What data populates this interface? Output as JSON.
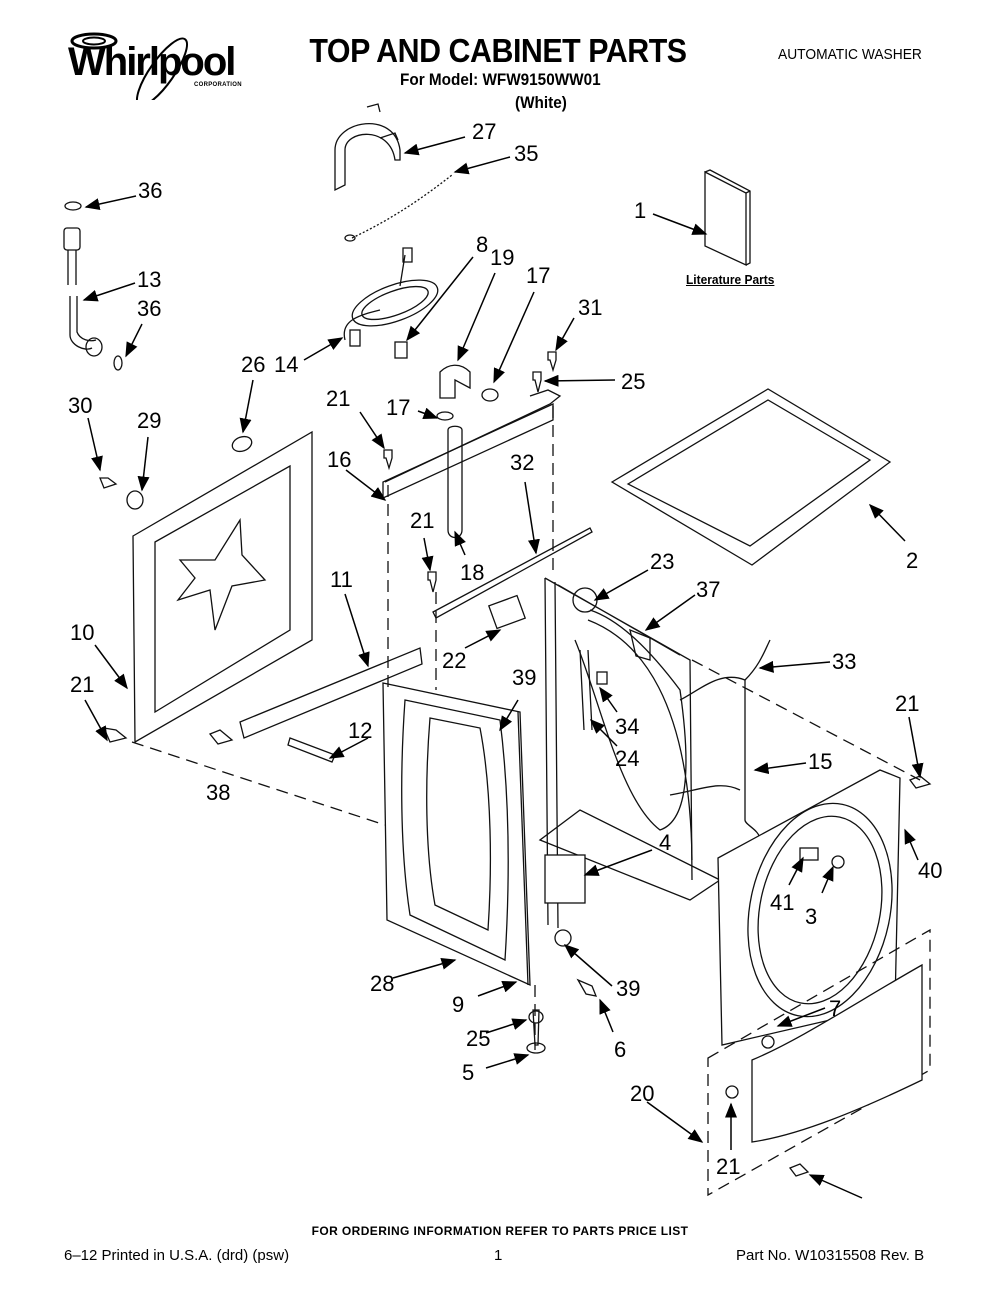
{
  "header": {
    "brand": "Whirlpool",
    "brand_sub": "CORPORATION",
    "title": "TOP AND CABINET PARTS",
    "model_line": "For Model: WFW9150WW01",
    "color_line": "(White)",
    "doc_type": "AUTOMATIC WASHER"
  },
  "diagram": {
    "literature_label": "Literature Parts",
    "callouts": [
      {
        "id": "c27",
        "text": "27"
      },
      {
        "id": "c35",
        "text": "35"
      },
      {
        "id": "c36a",
        "text": "36"
      },
      {
        "id": "c1",
        "text": "1"
      },
      {
        "id": "c8",
        "text": "8"
      },
      {
        "id": "c19",
        "text": "19"
      },
      {
        "id": "c17a",
        "text": "17"
      },
      {
        "id": "c13",
        "text": "13"
      },
      {
        "id": "c36b",
        "text": "36"
      },
      {
        "id": "c31",
        "text": "31"
      },
      {
        "id": "c26",
        "text": "26"
      },
      {
        "id": "c14",
        "text": "14"
      },
      {
        "id": "c25a",
        "text": "25"
      },
      {
        "id": "c30",
        "text": "30"
      },
      {
        "id": "c29",
        "text": "29"
      },
      {
        "id": "c21a",
        "text": "21"
      },
      {
        "id": "c17b",
        "text": "17"
      },
      {
        "id": "c16",
        "text": "16"
      },
      {
        "id": "c32",
        "text": "32"
      },
      {
        "id": "c21b",
        "text": "21"
      },
      {
        "id": "c2",
        "text": "2"
      },
      {
        "id": "c18",
        "text": "18"
      },
      {
        "id": "c23",
        "text": "23"
      },
      {
        "id": "c11",
        "text": "11"
      },
      {
        "id": "c37",
        "text": "37"
      },
      {
        "id": "c10",
        "text": "10"
      },
      {
        "id": "c22",
        "text": "22"
      },
      {
        "id": "c33",
        "text": "33"
      },
      {
        "id": "c39a",
        "text": "39"
      },
      {
        "id": "c21c",
        "text": "21"
      },
      {
        "id": "c12",
        "text": "12"
      },
      {
        "id": "c34",
        "text": "34"
      },
      {
        "id": "c21d",
        "text": "21"
      },
      {
        "id": "c24",
        "text": "24"
      },
      {
        "id": "c38",
        "text": "38"
      },
      {
        "id": "c15",
        "text": "15"
      },
      {
        "id": "c4",
        "text": "4"
      },
      {
        "id": "c40",
        "text": "40"
      },
      {
        "id": "c41",
        "text": "41"
      },
      {
        "id": "c3",
        "text": "3"
      },
      {
        "id": "c28",
        "text": "28"
      },
      {
        "id": "c39b",
        "text": "39"
      },
      {
        "id": "c9",
        "text": "9"
      },
      {
        "id": "c7",
        "text": "7"
      },
      {
        "id": "c25b",
        "text": "25"
      },
      {
        "id": "c6",
        "text": "6"
      },
      {
        "id": "c5",
        "text": "5"
      },
      {
        "id": "c20",
        "text": "20"
      },
      {
        "id": "c21e",
        "text": "21"
      }
    ]
  },
  "footer": {
    "ordering_note": "FOR ORDERING INFORMATION REFER TO PARTS PRICE LIST",
    "print_info": "6–12 Printed in U.S.A. (drd) (psw)",
    "page_number": "1",
    "part_number": "Part No. W10315508 Rev. B"
  }
}
